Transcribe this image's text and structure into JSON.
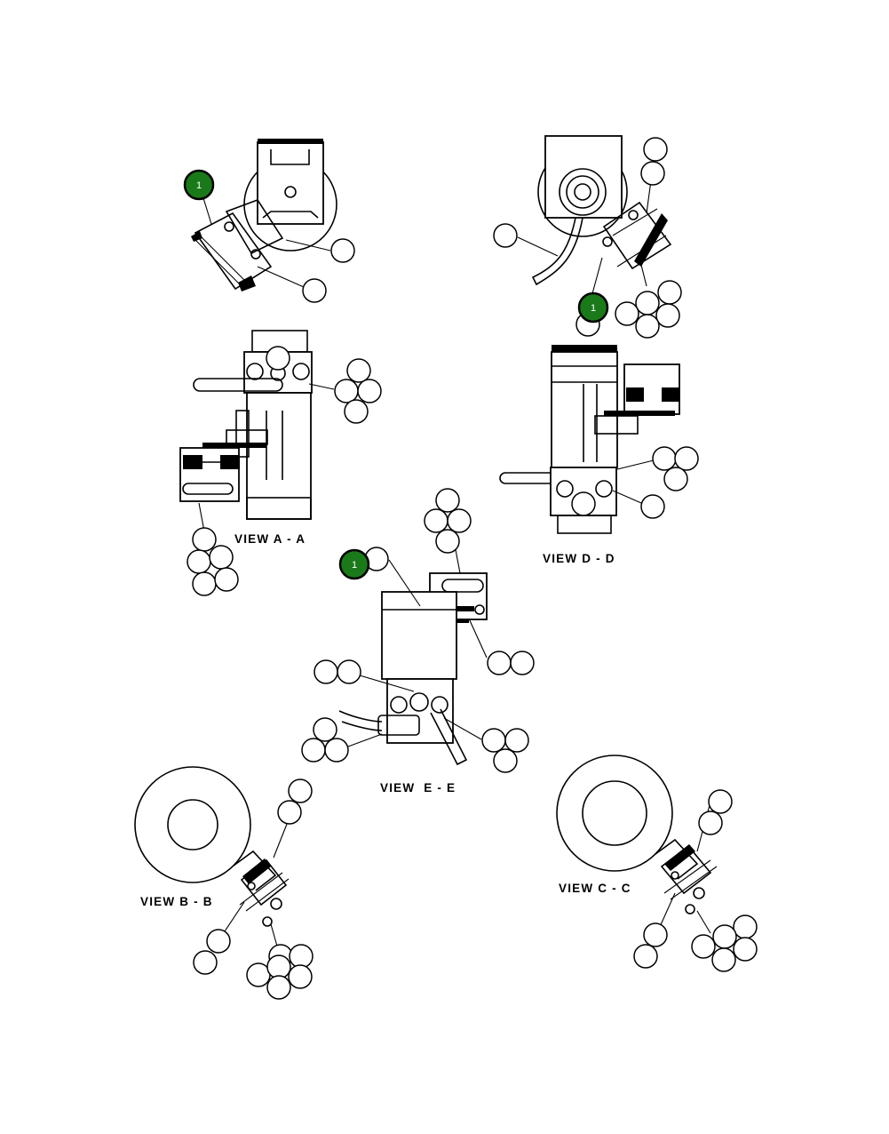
{
  "views": {
    "a": "VIEW A - A",
    "b": "VIEW B - B",
    "c": "VIEW C - C",
    "d": "VIEW D - D",
    "e": "VIEW  E - E"
  },
  "callouts": {
    "active_number": "1",
    "active_color": "#1a7a1a"
  }
}
